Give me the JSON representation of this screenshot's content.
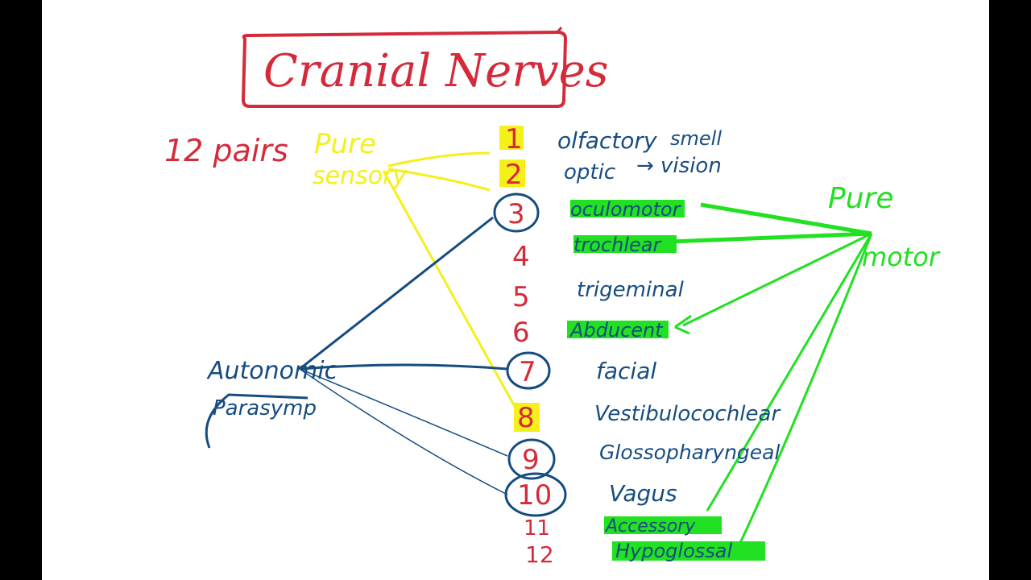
{
  "title": "Cranial Nerves",
  "pairs_label": "12 pairs",
  "pure_sensory": {
    "line1": "Pure",
    "line2": "sensory"
  },
  "pure_motor": {
    "line1": "Pure",
    "line2": "motor"
  },
  "autonomic": {
    "line1": "Autonomic",
    "line2": "Parasymp"
  },
  "nerves": [
    {
      "number": "1",
      "name": "olfactory",
      "note": "smell"
    },
    {
      "number": "2",
      "name": "optic",
      "note": "→ vision"
    },
    {
      "number": "3",
      "name": "oculomotor",
      "note": ""
    },
    {
      "number": "4",
      "name": "trochlear",
      "note": ""
    },
    {
      "number": "5",
      "name": "trigeminal",
      "note": ""
    },
    {
      "number": "6",
      "name": "Abducent",
      "note": ""
    },
    {
      "number": "7",
      "name": "facial",
      "note": ""
    },
    {
      "number": "8",
      "name": "Vestibulocochlear",
      "note": ""
    },
    {
      "number": "9",
      "name": "Glossopharyngeal",
      "note": ""
    },
    {
      "number": "10",
      "name": "Vagus",
      "note": ""
    },
    {
      "number": "11",
      "name": "Accessory",
      "note": ""
    },
    {
      "number": "12",
      "name": "Hypoglossal",
      "note": ""
    }
  ],
  "colors": {
    "red": "#d42a3a",
    "yellow": "#f5ef1a",
    "green": "#22e022",
    "blue": "#164c80",
    "white": "#ffffff"
  }
}
